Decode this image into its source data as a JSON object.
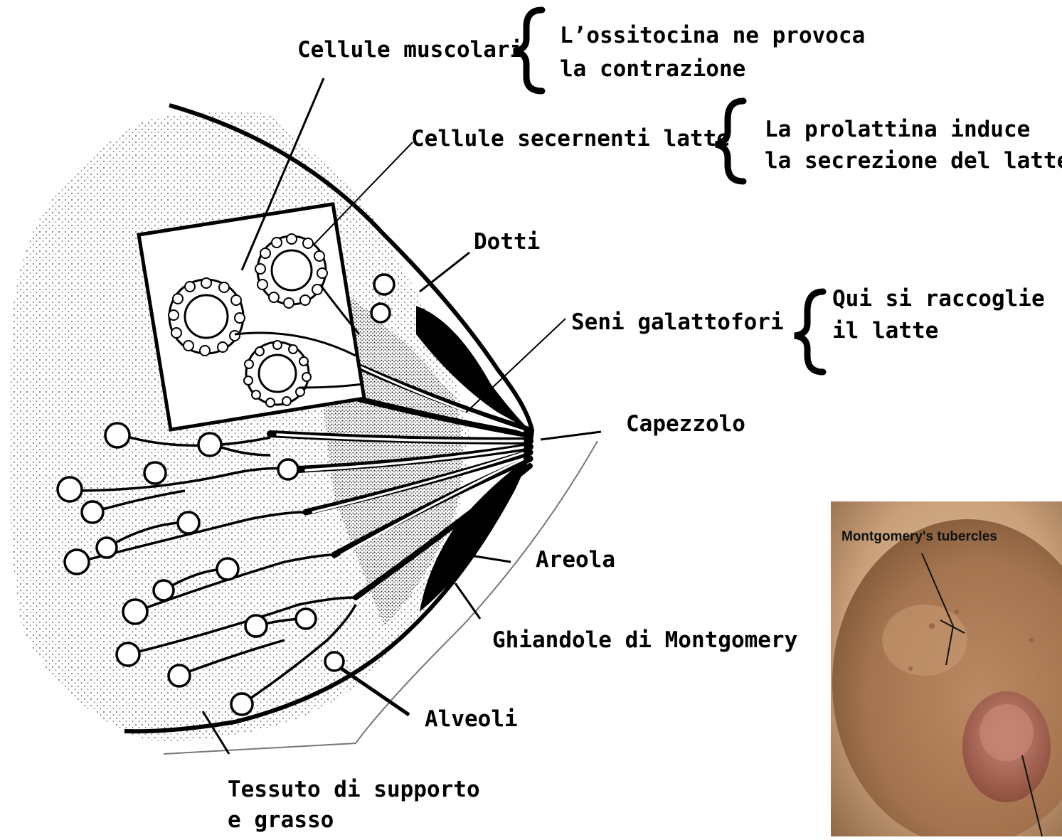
{
  "labels": {
    "cellule_muscolari": "Cellule muscolari",
    "ossitocina_l1": "L’ossitocina ne provoca",
    "ossitocina_l2": "la contrazione",
    "cellule_secernenti": "Cellule secernenti latte",
    "prolattina_l1": "La prolattina induce",
    "prolattina_l2": "la secrezione del latte",
    "dotti": "Dotti",
    "seni_galattofori": "Seni galattofori",
    "raccoglie_l1": "Qui si raccoglie",
    "raccoglie_l2": "il latte",
    "capezzolo": "Capezzolo",
    "areola": "Areola",
    "ghiandole": "Ghiandole di Montgomery",
    "alveoli": "Alveoli",
    "tessuto_l1": "Tessuto di supporto",
    "tessuto_l2": "e grasso"
  },
  "photo": {
    "label": "Montgomery's tubercles"
  },
  "colors": {
    "ink": "#000000",
    "skin_light": "#d9b38c",
    "skin_areola": "#a8744c",
    "nipple": "#b06a58"
  }
}
